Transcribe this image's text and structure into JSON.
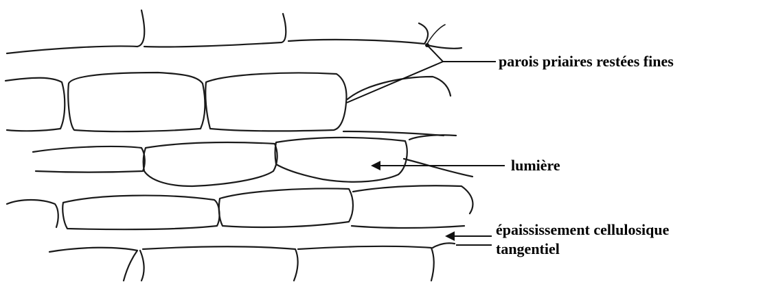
{
  "labels": {
    "thin_walls": "parois priaires restées fines",
    "lumen": "lumière",
    "thickening_line1": "épaississement cellulosique",
    "thickening_line2": "tangentiel"
  }
}
